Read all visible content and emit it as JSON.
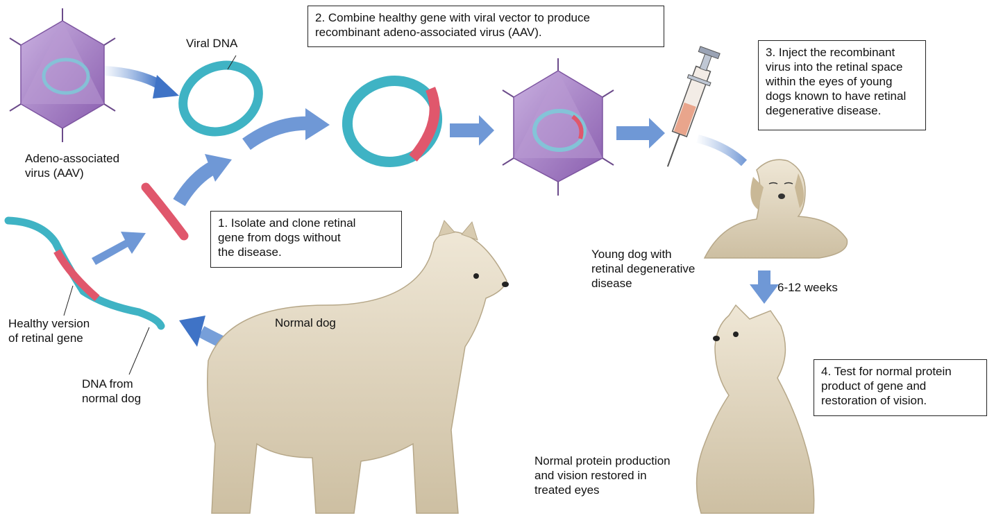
{
  "steps": {
    "step1": "1. Isolate and clone retinal\ngene from dogs without\nthe disease.",
    "step2": "2. Combine healthy gene with viral vector to produce\nrecombinant adeno-associated virus (AAV).",
    "step3": "3. Inject the recombinant\nvirus into the retinal space\nwithin the eyes of young\ndogs known to have retinal\ndegenerative disease.",
    "step4": "4. Test for normal protein\nproduct of gene and\nrestoration of vision."
  },
  "labels": {
    "viral_dna": "Viral DNA",
    "aav": "Adeno-associated\nvirus (AAV)",
    "healthy_gene": "Healthy version\nof retinal gene",
    "dna_normal_dog": "DNA from\nnormal dog",
    "normal_dog": "Normal dog",
    "young_dog": "Young dog with\nretinal degenerative\ndisease",
    "weeks": "6-12 weeks",
    "restored": "Normal protein production\nand vision restored in\ntreated eyes"
  },
  "colors": {
    "arrow": "#6f98d6",
    "virus": "#a77fc4",
    "dna_teal": "#3fb3c4",
    "gene_red": "#e0576c",
    "dog_fur": "#e7dcc6"
  }
}
